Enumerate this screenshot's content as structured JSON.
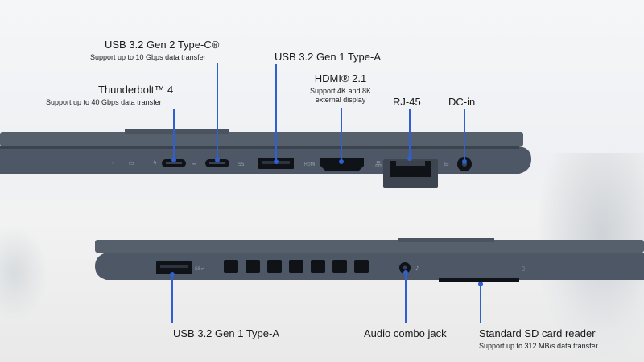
{
  "colors": {
    "accent": "#2f5fd0",
    "chassis": "#4a5563",
    "chassis_dark": "#2e3640",
    "port": "#0f1216"
  },
  "top_ports": {
    "usb_c": {
      "title": "USB 3.2 Gen 2 Type-C®",
      "subtitle": "Support up to 10 Gbps data transfer"
    },
    "thunderbolt": {
      "title": "Thunderbolt™ 4",
      "subtitle": "Support up to 40 Gbps data transfer"
    },
    "usb_a": {
      "title": "USB 3.2 Gen 1 Type-A"
    },
    "hdmi": {
      "title": "HDMI® 2.1",
      "subtitle_line1": "Support 4K and 8K",
      "subtitle_line2": "external display"
    },
    "rj45": {
      "title": "RJ-45"
    },
    "dc_in": {
      "title": "DC-in"
    },
    "hdmi_port_label": "HDMI"
  },
  "bottom_ports": {
    "usb_a": {
      "title": "USB 3.2 Gen 1 Type-A"
    },
    "audio": {
      "title": "Audio combo jack"
    },
    "sd": {
      "title": "Standard SD card reader",
      "subtitle": "Support up to 312 MB/s data transfer"
    }
  }
}
